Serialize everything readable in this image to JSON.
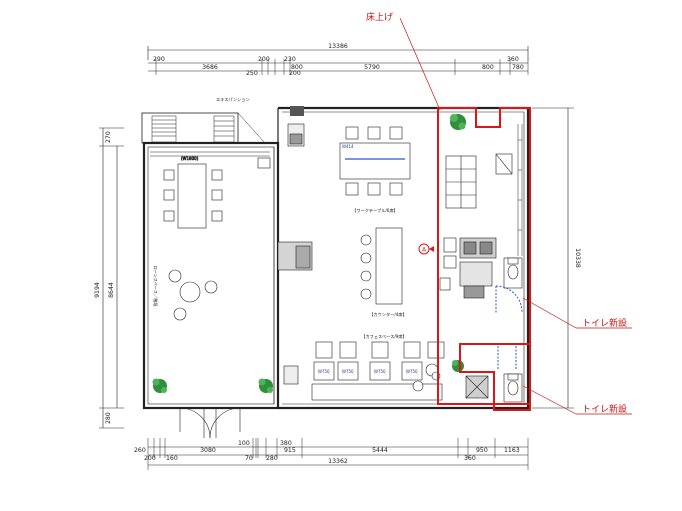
{
  "annotations": {
    "floor_raise": "床上げ",
    "toilet_new_top": "トイレ新設",
    "toilet_new_bottom": "トイレ新設"
  },
  "room_labels": {
    "work_table": "【ワークテーブル/6席】",
    "counter": "【カウンター/4席】",
    "cafe_space": "【カフェスペース/9席】",
    "left_zone_vertical": "ローンスペース／階段"
  },
  "dimensions": {
    "top_total": "13386",
    "top_290": "290",
    "top_3686": "3686",
    "top_200": "200",
    "top_230": "230",
    "top_250": "250",
    "top_800a": "800",
    "top_200b": "200",
    "top_5790": "5790",
    "top_800": "800",
    "top_360": "360",
    "top_780": "780",
    "left_270": "270",
    "left_9194": "9194",
    "left_8644": "8644",
    "left_280": "280",
    "right_10338": "10338",
    "bottom_total": "13362",
    "bottom_260": "260",
    "bottom_200": "200",
    "bottom_160": "160",
    "bottom_3080": "3080",
    "bottom_100": "100",
    "bottom_70": "70",
    "bottom_280": "280",
    "bottom_380": "380",
    "bottom_915": "915",
    "bottom_5444": "5444",
    "bottom_950": "950",
    "bottom_360": "360",
    "bottom_1163": "1163"
  },
  "equipment_labels": {
    "table_code": "W414",
    "stool_label_1": "W750",
    "stool_label_2": "W750",
    "stool_label_3": "W750",
    "stool_label_4": "W750",
    "marker_a": "A"
  },
  "colors": {
    "line": "#222222",
    "red_outline": "#d81818",
    "blue_dash": "#2a56d8",
    "plant_green": "#2f8f3a",
    "fixture_gray": "#b8b8b8"
  }
}
